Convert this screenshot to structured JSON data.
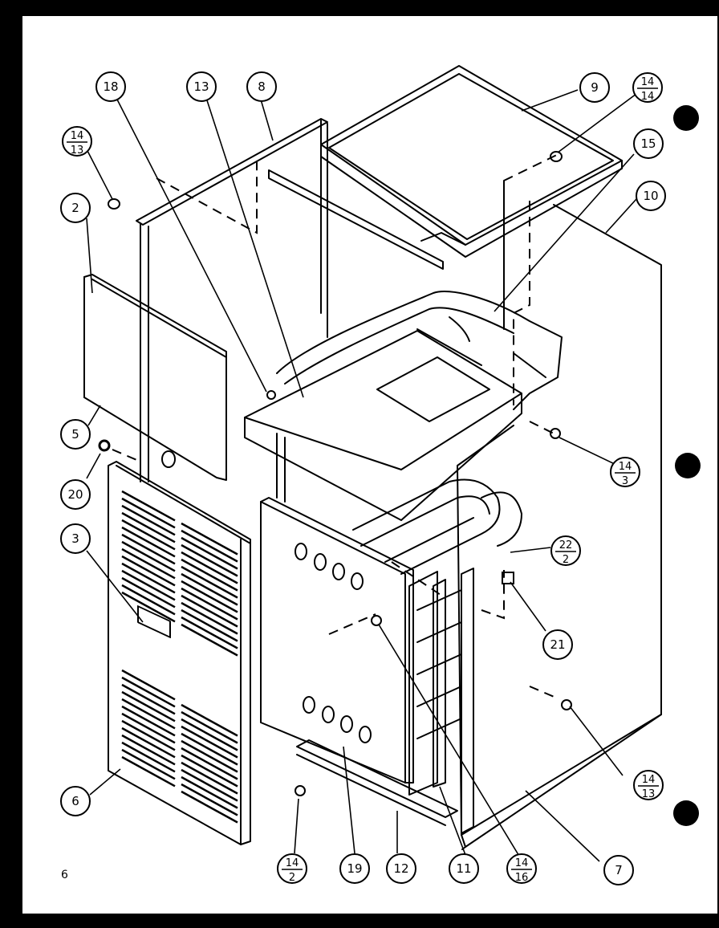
{
  "page_number": "6",
  "callouts": {
    "c18": "18",
    "c13": "13",
    "c8": "8",
    "c9": "9",
    "c15": "15",
    "c10": "10",
    "c2": "2",
    "c5": "5",
    "c20": "20",
    "c3": "3",
    "c6": "6",
    "c21": "21",
    "c19": "19",
    "c12": "12",
    "c11": "11",
    "c7": "7"
  },
  "fractions": {
    "f14_14": {
      "num": "14",
      "den": "14"
    },
    "f14_13_left": {
      "num": "14",
      "den": "13"
    },
    "f14_3": {
      "num": "14",
      "den": "3"
    },
    "f22_2": {
      "num": "22",
      "den": "2"
    },
    "f14_13_right": {
      "num": "14",
      "den": "13"
    },
    "f14_2": {
      "num": "14",
      "den": "2"
    },
    "f14_16": {
      "num": "14",
      "den": "16"
    }
  }
}
